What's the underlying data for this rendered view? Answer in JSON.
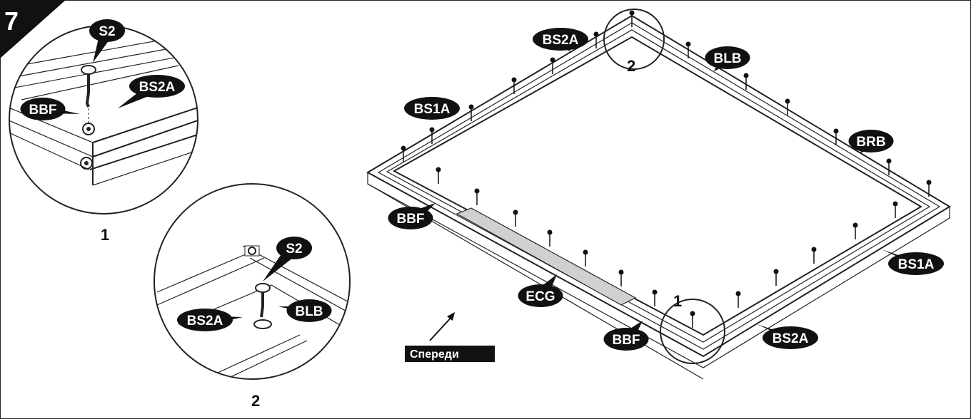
{
  "step_number": "7",
  "detail_captions": [
    "1",
    "2"
  ],
  "callout_numbers": [
    "1",
    "2"
  ],
  "front_label": "Спереди",
  "labels": {
    "d1_s2": "S2",
    "d1_bs2a": "BS2A",
    "d1_bbf": "BBF",
    "d2_s2": "S2",
    "d2_bs2a": "BS2A",
    "d2_blb": "BLB",
    "m_bs2a_top": "BS2A",
    "m_blb": "BLB",
    "m_bs1a_left": "BS1A",
    "m_brb": "BRB",
    "m_bbf_left": "BBF",
    "m_bs1a_right": "BS1A",
    "m_ecg": "ECG",
    "m_bbf_bottom": "BBF",
    "m_bs2a_bottom": "BS2A"
  },
  "colors": {
    "ink": "#111111",
    "panel": "#d0d0d0",
    "badge": "#111111"
  }
}
